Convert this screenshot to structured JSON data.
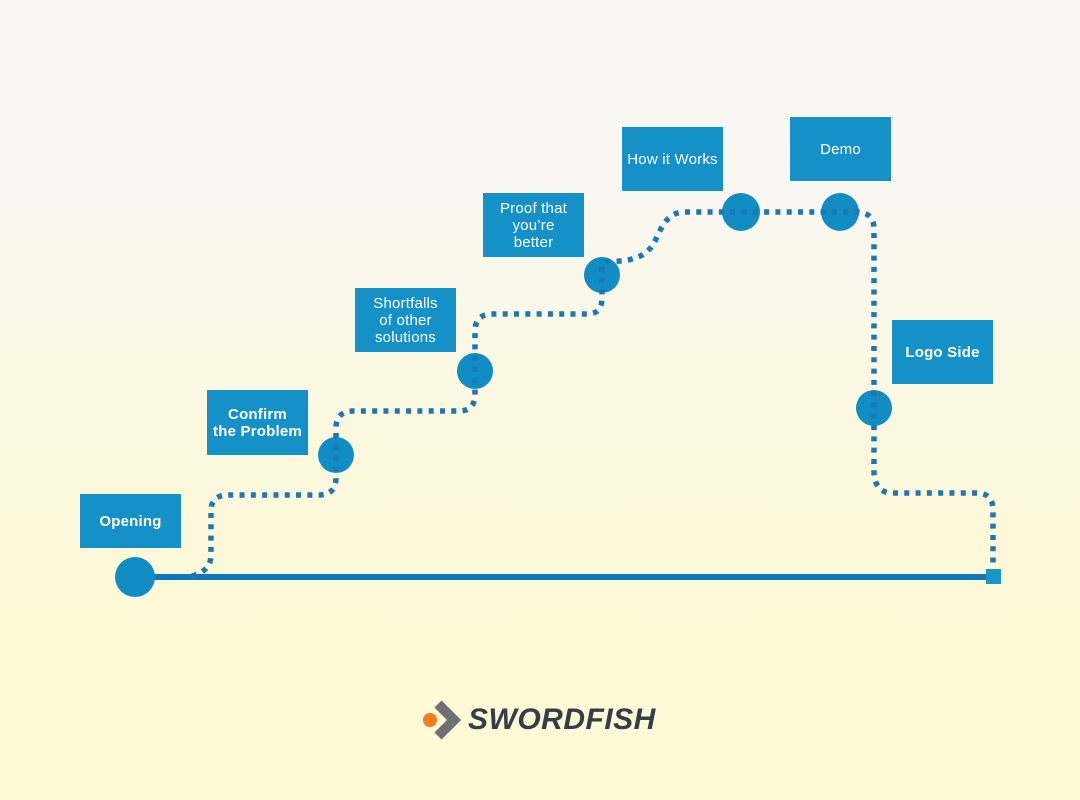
{
  "diagram": {
    "type": "sales-journey-path",
    "steps": [
      {
        "label": "Opening"
      },
      {
        "label": "Confirm\nthe Problem"
      },
      {
        "label": "Shortfalls\nof other\nsolutions"
      },
      {
        "label": "Proof that\nyou’re\nbetter"
      },
      {
        "label": "How it Works"
      },
      {
        "label": "Demo"
      },
      {
        "label": "Logo Side"
      }
    ]
  },
  "logo": {
    "text": "SWORDFISH",
    "mark": "orange-dot-chevron-icon"
  },
  "colors": {
    "label_box": "#1591c7",
    "node": "#128dc4",
    "dotted_path": "#1b77b5",
    "baseline": "#0d79bb",
    "end_marker": "#1a95cb",
    "label_text": "#ffffff",
    "logo_text": "#333e48",
    "logo_orange": "#f47b20",
    "logo_gray": "#6e7073",
    "background_top": "#f8f7f5",
    "background_bottom": "#fdf8d5"
  }
}
